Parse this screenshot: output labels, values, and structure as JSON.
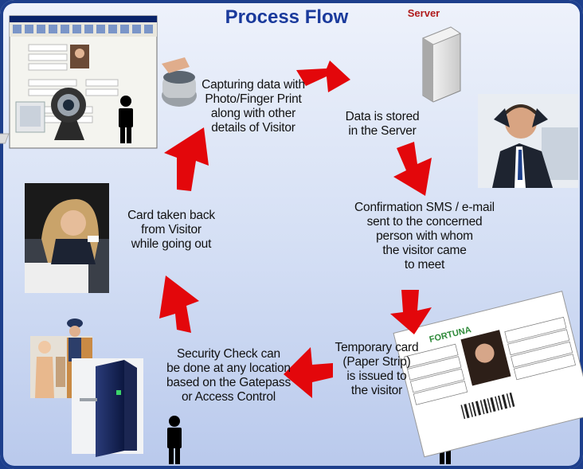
{
  "title": "Process Flow",
  "server_label": "Server",
  "steps": {
    "capture": [
      "Capturing data with",
      "Photo/Finger Print",
      "along with other",
      "details of Visitor"
    ],
    "stored": [
      "Data is stored",
      "in the Server"
    ],
    "confirmation": [
      "Confirmation SMS / e-mail",
      "sent to the concerned",
      "person with whom",
      "the visitor came",
      "to meet"
    ],
    "temporary_card": [
      "Temporary card",
      "(Paper Strip)",
      "is issued to",
      "the visitor"
    ],
    "security": [
      "Security Check can",
      "be done at any location",
      "based on the Gatepass",
      "or Access Control"
    ],
    "card_back": [
      "Card taken back",
      "from Visitor",
      "while going out"
    ]
  },
  "card_logo": "FORTUNA",
  "colors": {
    "arrow": "#e3070b",
    "title": "#1a3a9c",
    "frame": "#1d3f8c",
    "server_label": "#b01c1c"
  },
  "icons": [
    "server-icon",
    "person-icon",
    "webcam-icon",
    "computer-icon",
    "fingerprint-scanner-icon",
    "turnstile-icon",
    "id-card-icon"
  ]
}
